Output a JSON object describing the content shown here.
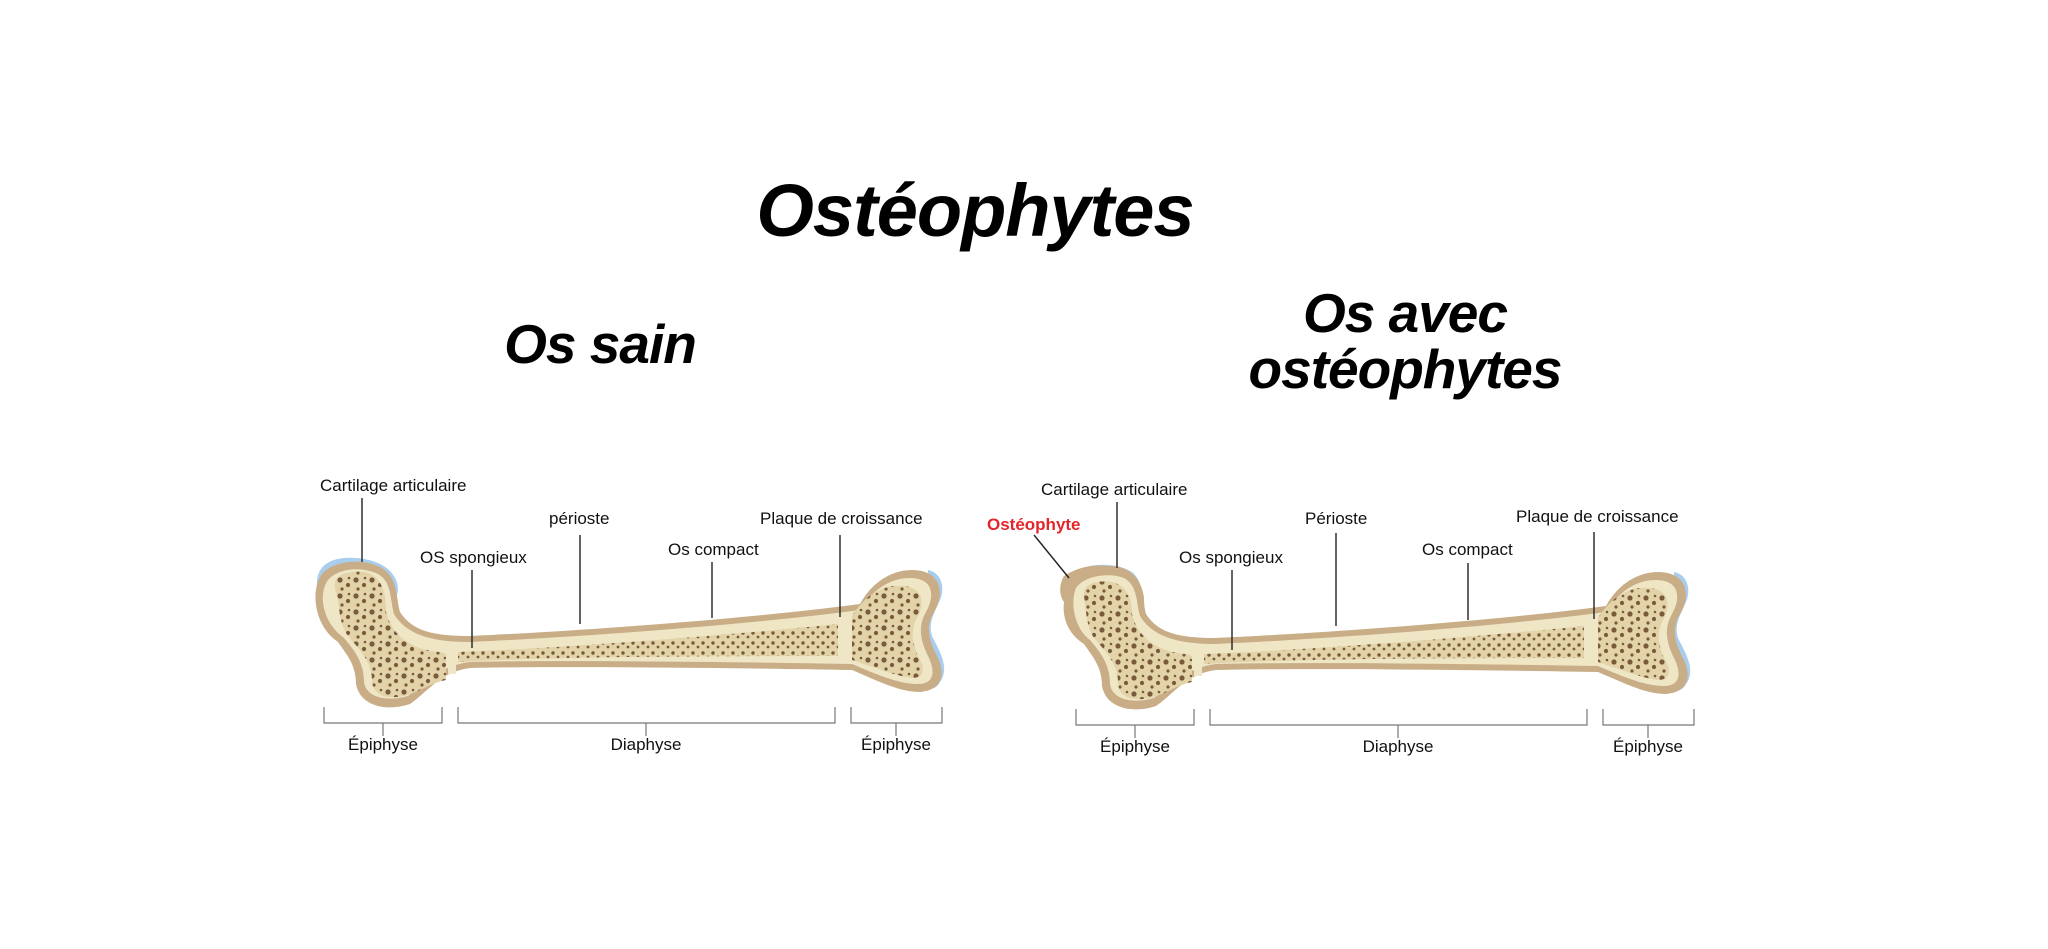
{
  "title": "Ostéophytes",
  "healthy": {
    "heading": "Os sain",
    "labels": {
      "articular_cartilage": "Cartilage articulaire",
      "spongy_bone": "OS spongieux",
      "periosteum": "périoste",
      "compact_bone": "Os compact",
      "growth_plate": "Plaque de croissance",
      "epiphysis_left": "Épiphyse",
      "diaphysis": "Diaphyse",
      "epiphysis_right": "Épiphyse"
    }
  },
  "osteophyte": {
    "heading": "Os avec ostéophytes",
    "labels": {
      "osteophyte": "Ostéophyte",
      "articular_cartilage": "Cartilage articulaire",
      "spongy_bone": "Os spongieux",
      "periosteum": "Périoste",
      "compact_bone": "Os compact",
      "growth_plate": "Plaque de croissance",
      "epiphysis_left": "Épiphyse",
      "diaphysis": "Diaphyse",
      "epiphysis_right": "Épiphyse"
    }
  },
  "colors": {
    "bone_outer": "#c9ad86",
    "bone_compact": "#efe6c6",
    "bone_marrow": "#e2d3a8",
    "spongy_dots": "#7a5a3c",
    "cartilage": "#a9cdec",
    "osteophyte_label": "#e3262c"
  }
}
